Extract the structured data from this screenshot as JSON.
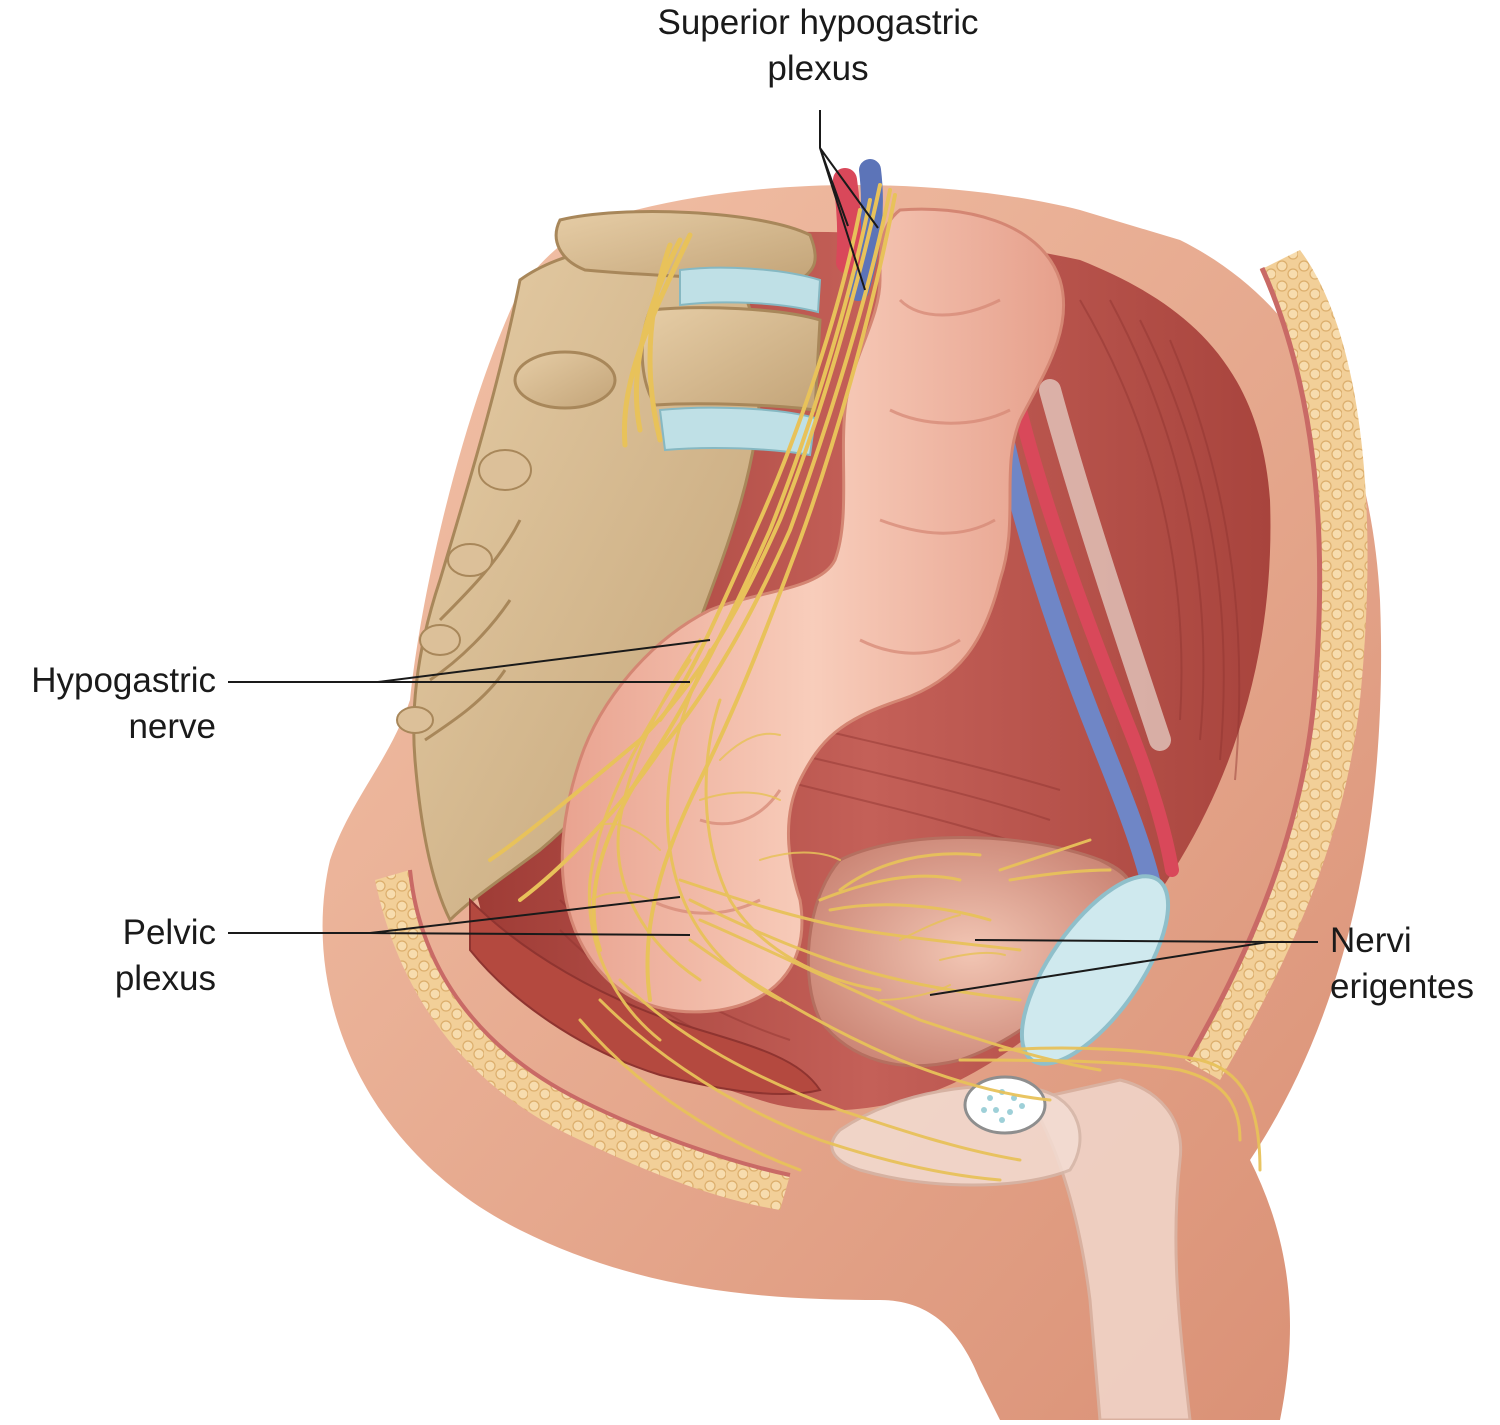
{
  "labels": {
    "superior_hypogastric": {
      "line1": "Superior hypogastric",
      "line2": "plexus"
    },
    "hypogastric_nerve": {
      "line1": "Hypogastric",
      "line2": "nerve"
    },
    "pelvic_plexus": {
      "line1": "Pelvic",
      "line2": "plexus"
    },
    "nervi_erigentes": {
      "line1": "Nervi",
      "line2": "erigentes"
    }
  },
  "colors": {
    "background": "#ffffff",
    "bone": "#d9bd94",
    "bone_shadow": "#b89a6e",
    "disc": "#bfe0e6",
    "muscle": "#b9524c",
    "muscle_dark": "#8f3430",
    "bowel": "#f1b9a4",
    "skin": "#e9b095",
    "fat": "#f0c98e",
    "nerve": "#e8c25a",
    "artery": "#d9485a",
    "vein": "#6f86c6",
    "leader": "#1a1a1a"
  }
}
